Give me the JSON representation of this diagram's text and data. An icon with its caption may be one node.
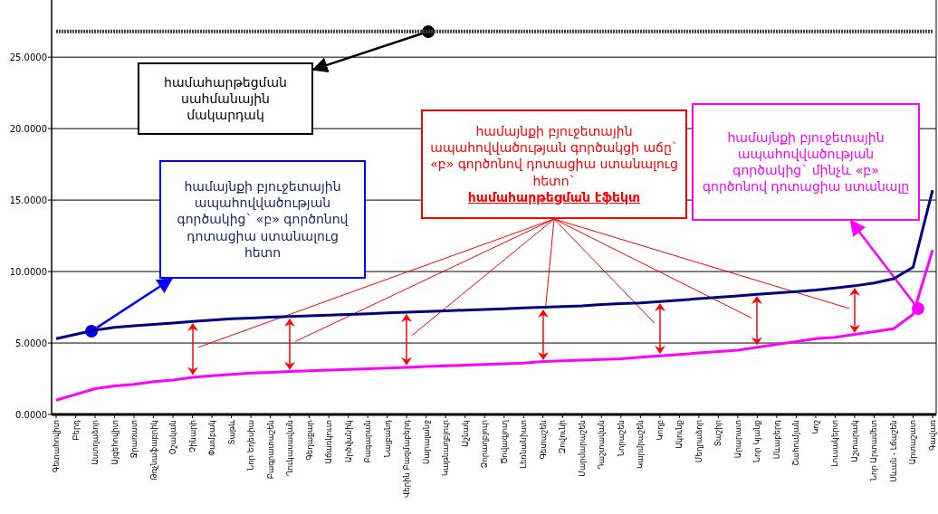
{
  "diagram": {
    "nodes": [
      {
        "text": [
          "համահարթեցման սահմանային մակարդակ"
        ]
      },
      {
        "text": [
          "համայնքի բյուջետային ապահովվածության գործակցի աճը` «բ» գործոնով դոտացիա ստանալուց հետո`",
          "համահարթեցման էֆեկտ"
        ]
      },
      {
        "text": [
          "համայնքի բյուջետային ապահովվածության գործակից` մինչև «բ» գործոնով դոտացիա ստանալը"
        ]
      },
      {
        "text": [
          "համայնքի բյուջետային ապահովվածության գործակից` «բ» գործոնով դոտացիա ստանալուց հետո"
        ]
      },
      {
        "text": [],
        "shape": "circle"
      },
      {
        "text": [],
        "shape": "circle"
      },
      {
        "text": [],
        "shape": "circle"
      },
      {
        "text": [],
        "shape": "arrow"
      },
      {
        "text": [],
        "shape": "arrow"
      },
      {
        "text": [],
        "shape": "arrow"
      },
      {
        "text": [],
        "shape": "arrow"
      },
      {
        "text": [],
        "shape": "arrow"
      },
      {
        "text": [],
        "shape": "arrow"
      },
      {
        "text": [],
        "shape": "arrow"
      }
    ],
    "edges": [
      {
        "from": 4,
        "to": 0,
        "arrow": "to",
        "color": "#000000"
      },
      {
        "from": 5,
        "to": 3,
        "arrow": "to",
        "color": "#0000ff"
      },
      {
        "from": 6,
        "to": 2,
        "arrow": "to",
        "color": "#ff00ff"
      },
      {
        "from": 1,
        "to": 7,
        "arrow": "none"
      },
      {
        "from": 1,
        "to": 8,
        "arrow": "none"
      },
      {
        "from": 1,
        "to": 9,
        "arrow": "none"
      },
      {
        "from": 1,
        "to": 10,
        "arrow": "none"
      },
      {
        "from": 1,
        "to": 11,
        "arrow": "none"
      },
      {
        "from": 1,
        "to": 12,
        "arrow": "none"
      },
      {
        "from": 1,
        "to": 13,
        "arrow": "none"
      }
    ],
    "chart_data": {
      "type": "line",
      "categories": [
        "Գետահովիտ",
        "Բերդ",
        "Աստղաձոր",
        "Այգեհովիտ",
        "Ջրառատ",
        "Թռչնաֆաբրիկ",
        "Օշական",
        "Չինարի",
        "Փամբակ",
        "Տաթև",
        "Նոր Եդեսիա",
        "Բագրատաշեն",
        "Ղուկասավան",
        "Գեղաքար",
        "Աճառկուտ",
        "Արծվանիկ",
        "Բագարան",
        "Նալբանդ",
        "Վերին Բազմաբերդ",
        "Սարալանջ",
        "Կաթնաղբյուր",
        "Աշնակ",
        "Ձորաղբյուր",
        "Ծովագյուղ",
        "Լեռնանիստ",
        "Գետաշեն",
        "Զովունի",
        "Մարմարաշեն",
        "Դաշտավան",
        "Նորաշեն",
        "Կարմրաշեն",
        "Կողբ",
        "Ակունք",
        "Մեղրաձոր",
        "Տաշիր",
        "Արարատ",
        "Նոր Կյանք",
        "Սևաբերդ",
        "Շահումյան",
        "Կոշ",
        "Լուսակերտ",
        "Աշտարակ",
        "Նոր Արտամետ",
        "Սևան - Լճաշեն",
        "Արտաշատ",
        "Գավառ"
      ],
      "series": [
        {
          "color": "#000080",
          "values": [
            5.3,
            5.6,
            5.9,
            6.1,
            6.2,
            6.3,
            6.4,
            6.5,
            6.6,
            6.7,
            6.75,
            6.8,
            6.85,
            6.9,
            6.95,
            7.0,
            7.05,
            7.1,
            7.15,
            7.2,
            7.25,
            7.3,
            7.35,
            7.4,
            7.45,
            7.5,
            7.55,
            7.6,
            7.7,
            7.75,
            7.8,
            7.9,
            8.0,
            8.1,
            8.2,
            8.3,
            8.4,
            8.5,
            8.6,
            8.7,
            8.85,
            9.0,
            9.2,
            9.5,
            10.3,
            15.7
          ]
        },
        {
          "color": "#ff00ff",
          "values": [
            1.0,
            1.4,
            1.8,
            2.0,
            2.1,
            2.3,
            2.4,
            2.6,
            2.7,
            2.8,
            2.9,
            2.95,
            3.0,
            3.05,
            3.1,
            3.15,
            3.2,
            3.25,
            3.3,
            3.35,
            3.4,
            3.45,
            3.5,
            3.55,
            3.6,
            3.7,
            3.75,
            3.8,
            3.85,
            3.9,
            4.0,
            4.1,
            4.2,
            4.3,
            4.4,
            4.5,
            4.7,
            4.9,
            5.1,
            5.3,
            5.4,
            5.6,
            5.8,
            6.0,
            7.0,
            11.5
          ]
        },
        {
          "color": "#404040",
          "line_style": "dashed",
          "values": [
            26.8,
            26.8,
            26.8,
            26.8,
            26.8,
            26.8,
            26.8,
            26.8,
            26.8,
            26.8,
            26.8,
            26.8,
            26.8,
            26.8,
            26.8,
            26.8,
            26.8,
            26.8,
            26.8,
            26.8,
            26.8,
            26.8,
            26.8,
            26.8,
            26.8,
            26.8,
            26.8,
            26.8,
            26.8,
            26.8,
            26.8,
            26.8,
            26.8,
            26.8,
            26.8,
            26.8,
            26.8,
            26.8,
            26.8,
            26.8,
            26.8,
            26.8,
            26.8,
            26.8,
            26.8,
            26.8
          ]
        }
      ],
      "ylim": [
        0,
        29
      ],
      "grid": true,
      "yticks": [
        {
          "value": 0,
          "label": "0.0000"
        },
        {
          "value": 5,
          "label": "5.0000"
        },
        {
          "value": 10,
          "label": "10.0000"
        },
        {
          "value": 15,
          "label": "15.0000"
        },
        {
          "value": 20,
          "label": "20.0000"
        },
        {
          "value": 25,
          "label": "25.0000"
        }
      ]
    }
  }
}
